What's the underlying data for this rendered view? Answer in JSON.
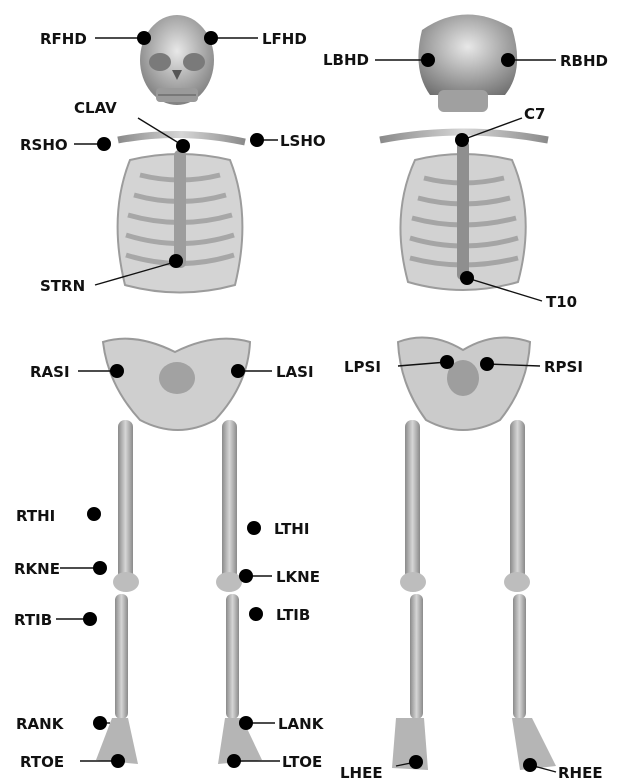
{
  "labels": {
    "rfhd": "RFHD",
    "lfhd": "LFHD",
    "lbhd": "LBHD",
    "rbhd": "RBHD",
    "clav": "CLAV",
    "c7": "C7",
    "rsho": "RSHO",
    "lsho": "LSHO",
    "strn": "STRN",
    "t10": "T10",
    "rasi": "RASI",
    "lasi": "LASI",
    "lpsi": "LPSI",
    "rpsi": "RPSI",
    "rthi": "RTHI",
    "lthi": "LTHI",
    "rkne": "RKNE",
    "lkne": "LKNE",
    "rtib": "RTIB",
    "ltib": "LTIB",
    "rank": "RANK",
    "lank": "LANK",
    "rtoe": "RTOE",
    "ltoe": "LTOE",
    "lhee": "LHEE",
    "rhee": "RHEE"
  },
  "colors": {
    "bone": "#c9c9c9",
    "bone_shadow": "#8e8e8e",
    "marker": "#000000"
  }
}
